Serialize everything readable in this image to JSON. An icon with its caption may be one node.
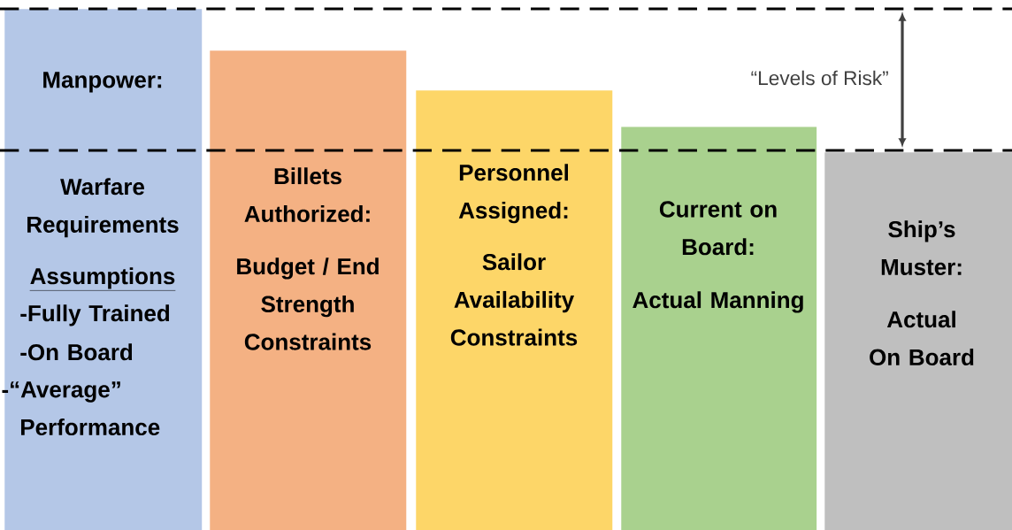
{
  "diagram": {
    "nodes": [
      {
        "text": [
          "Manpower:",
          "Warfare Requirements",
          "Assumptions",
          "-Fully Trained",
          "-On Board",
          "-“Average” Performance"
        ]
      },
      {
        "text": [
          "Billets Authorized:",
          "Budget / End Strength Constraints"
        ]
      },
      {
        "text": [
          "Personnel Assigned:",
          "Sailor Availability Constraints"
        ]
      },
      {
        "text": [
          "Current on Board:",
          "Actual Manning"
        ]
      },
      {
        "text": [
          "Ship’s Muster:",
          "Actual On Board"
        ]
      }
    ],
    "labels": [
      "“Levels of Risk”"
    ]
  }
}
